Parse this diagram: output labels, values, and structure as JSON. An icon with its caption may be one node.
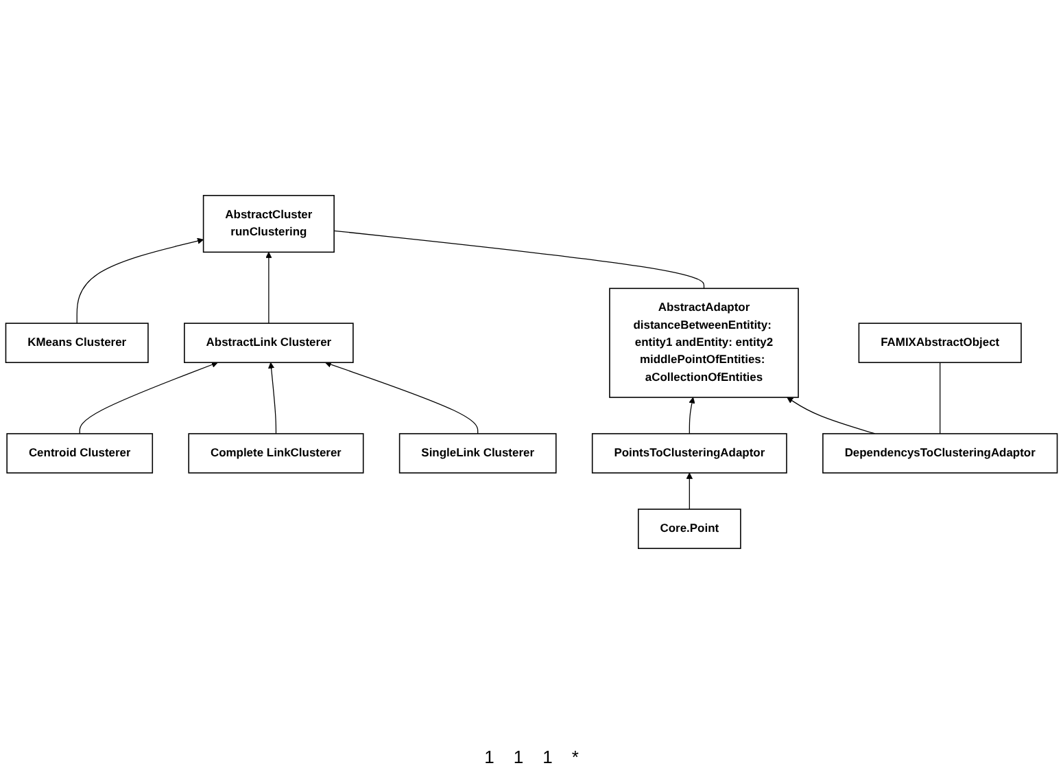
{
  "diagram": {
    "nodes": [
      {
        "text": [
          "AbstractAdaptor",
          "distanceBetweenEntitity: entity1 andEntity: entity2",
          "middlePointOfEntities: aCollectionOfEntities"
        ]
      },
      {
        "text": [
          "AbstractCluster",
          "runClustering"
        ]
      },
      {
        "text": [
          "DependencysToClusteringAdaptor"
        ]
      },
      {
        "text": [
          "AbstractLink Clusterer"
        ]
      },
      {
        "text": [
          "KMeans Clusterer"
        ]
      },
      {
        "text": [
          "FAMIXAbstractObject"
        ]
      },
      {
        "text": [
          "PointsToClusteringAdaptor"
        ]
      },
      {
        "text": [
          "SingleLink Clusterer"
        ]
      },
      {
        "text": [
          "Complete LinkClusterer"
        ]
      },
      {
        "text": [
          "Centroid Clusterer"
        ]
      },
      {
        "text": [
          "Core.Point"
        ]
      }
    ],
    "edges": [
      {
        "from": 0,
        "to": 1,
        "arrow": "none"
      },
      {
        "from": 2,
        "to": 0,
        "arrow": "to"
      },
      {
        "from": 6,
        "to": 0,
        "arrow": "to"
      },
      {
        "from": 3,
        "to": 1,
        "arrow": "to"
      },
      {
        "from": 4,
        "to": 1,
        "arrow": "to"
      },
      {
        "from": 2,
        "to": 5,
        "arrow": "none"
      },
      {
        "from": 7,
        "to": 3,
        "arrow": "to"
      },
      {
        "from": 8,
        "to": 3,
        "arrow": "to"
      },
      {
        "from": 9,
        "to": 3,
        "arrow": "to"
      },
      {
        "from": 10,
        "to": 6,
        "arrow": "to"
      }
    ],
    "labels": [
      "1",
      "1",
      "1",
      "*"
    ]
  }
}
